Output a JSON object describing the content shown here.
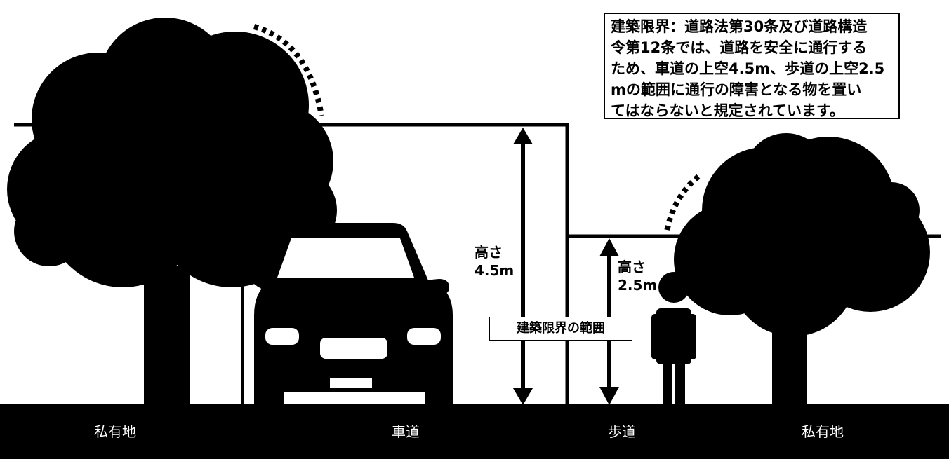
{
  "note": {
    "lines": [
      "建築限界：道路法第30条及び道路構造",
      "令第12条では、道路を安全に通行する",
      "ため、車道の上空4.5m、歩道の上空2.5",
      "mの範囲に通行の障害となる物を置い",
      "てはならないと規定されています。"
    ]
  },
  "heights": {
    "roadway": {
      "word": "高さ",
      "value": "4.5m"
    },
    "sidewalk": {
      "word": "高さ",
      "value": "2.5m"
    }
  },
  "range_label": "建築限界の範囲",
  "ground": {
    "private_left": "私有地",
    "roadway": "車道",
    "sidewalk": "歩道",
    "private_right": "私有地"
  },
  "colors": {
    "silhouette": "#000000",
    "background": "#ffffff",
    "ground_text": "#ffffff"
  },
  "icons": [
    "tree-left-icon",
    "tree-right-icon",
    "car-icon",
    "person-icon",
    "arrow-icon"
  ]
}
